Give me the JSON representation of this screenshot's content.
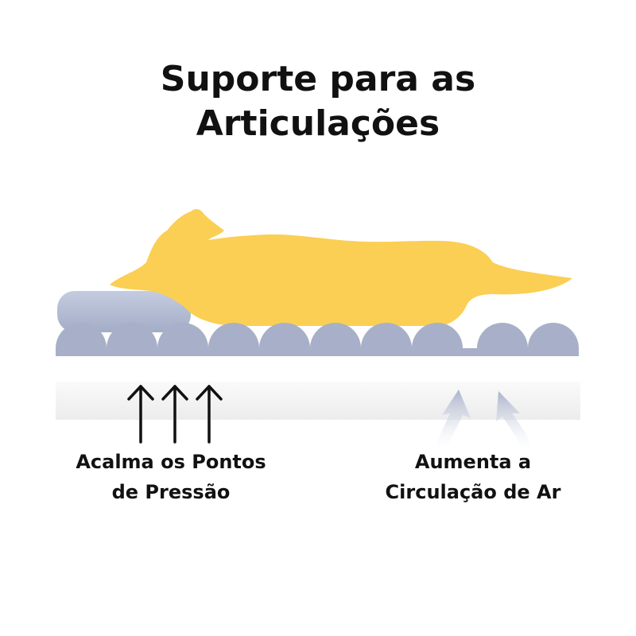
{
  "title": {
    "line1": "Suporte para as",
    "line2": "Articulações"
  },
  "captions": {
    "left": {
      "line1": "Acalma os Pontos",
      "line2": "de Pressão"
    },
    "right": {
      "line1": "Aumenta a",
      "line2": "Circulação de Ar"
    }
  },
  "colors": {
    "dog": "#fbcf54",
    "bumps": "#a7b0c8",
    "bolster": "#b3bdd3",
    "foam_base": "#f1f1f1",
    "airflow_arrow": "#b9c2d8",
    "pressure_arrow": "#111111"
  },
  "icons": {
    "pressure_arrows": "arrow-up-icon",
    "airflow_arrows": "curved-arrow-up-icon"
  }
}
